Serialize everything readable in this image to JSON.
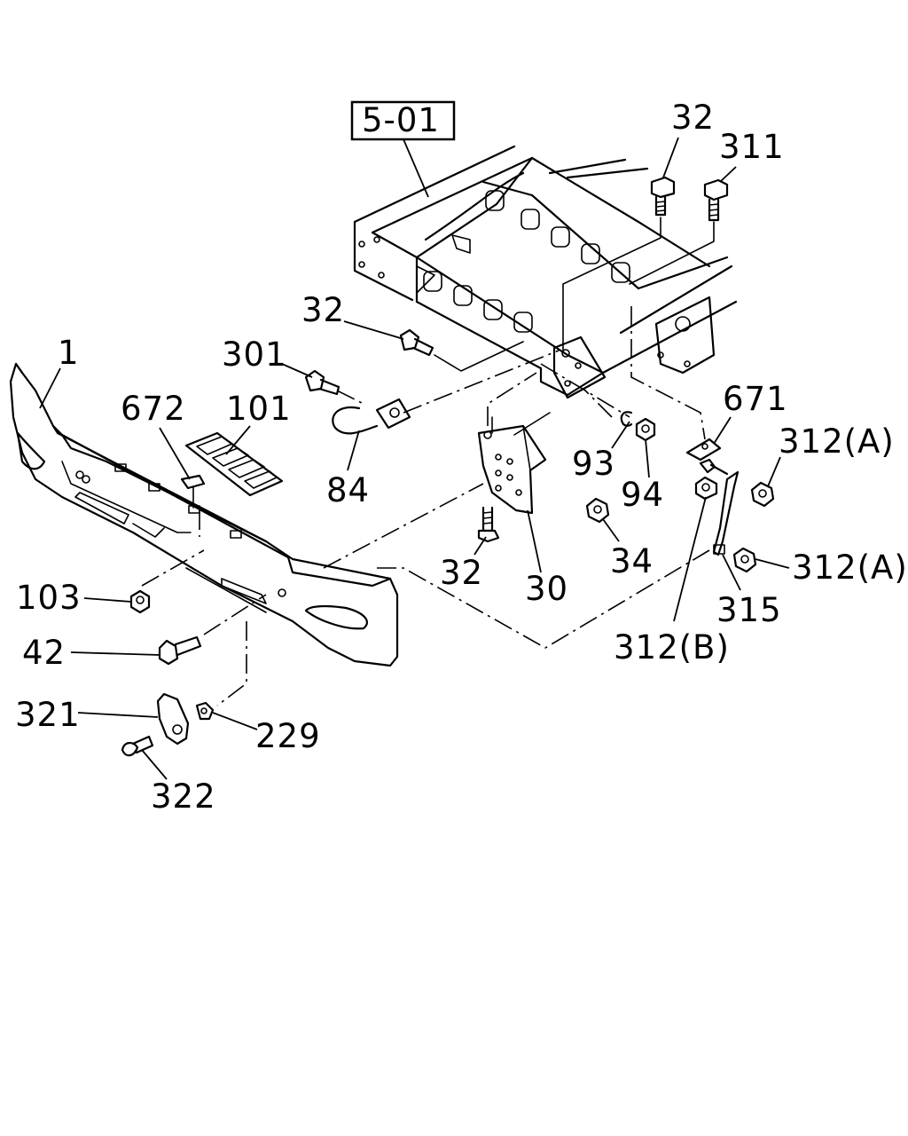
{
  "reference": {
    "label": "5-01"
  },
  "callouts": {
    "c32_top": "32",
    "c311": "311",
    "c32_mid": "32",
    "c301": "301",
    "c1": "1",
    "c672": "672",
    "c101": "101",
    "c84": "84",
    "c671": "671",
    "c312a_top": "312(A)",
    "c93": "93",
    "c94": "94",
    "c34": "34",
    "c32_low": "32",
    "c30": "30",
    "c312a_low": "312(A)",
    "c315": "315",
    "c312b": "312(B)",
    "c103": "103",
    "c42": "42",
    "c321": "321",
    "c229": "229",
    "c322": "322"
  }
}
